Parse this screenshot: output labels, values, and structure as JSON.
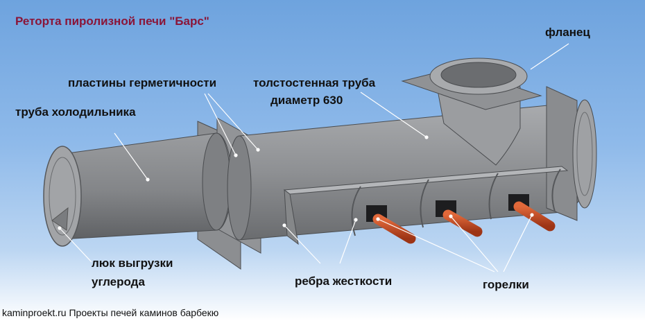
{
  "title": "Реторта пиролизной печи \"Барс\"",
  "labels": {
    "flange": "фланец",
    "seal_plates": "пластины герметичности",
    "thick_pipe_line1": "толстостенная труба",
    "thick_pipe_line2": "диаметр 630",
    "cooler_pipe": "труба холодильника",
    "hatch_line1": "люк выгрузки",
    "hatch_line2": "углерода",
    "ribs": "ребра жесткости",
    "burners": "горелки"
  },
  "footer": "kaminproekt.ru Проекты печей каминов барбекю",
  "colors": {
    "title": "#8a1538",
    "metal": "#8d8f92",
    "burner": "#c84a22",
    "leader": "#ffffff"
  }
}
